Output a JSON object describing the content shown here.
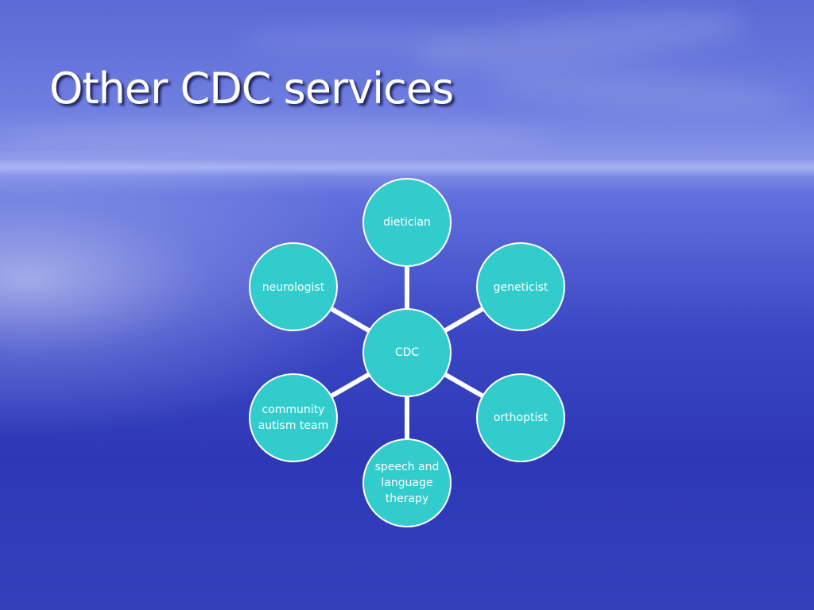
{
  "slide": {
    "title": "Other CDC services"
  },
  "diagram": {
    "center": {
      "id": "cdc",
      "label": "CDC"
    },
    "nodes": [
      {
        "id": "dietician",
        "lines": [
          "dietician"
        ]
      },
      {
        "id": "geneticist",
        "lines": [
          "geneticist"
        ]
      },
      {
        "id": "orthoptist",
        "lines": [
          "orthoptist"
        ]
      },
      {
        "id": "speech-and-language-therapy",
        "lines": [
          "speech and",
          "language",
          "therapy"
        ]
      },
      {
        "id": "community-autism-team",
        "lines": [
          "community",
          "autism team"
        ]
      },
      {
        "id": "neurologist",
        "lines": [
          "neurologist"
        ]
      }
    ],
    "colors": {
      "node_fill": "#33cccc",
      "connector": "#ffffff",
      "text": "#ffffff"
    }
  }
}
